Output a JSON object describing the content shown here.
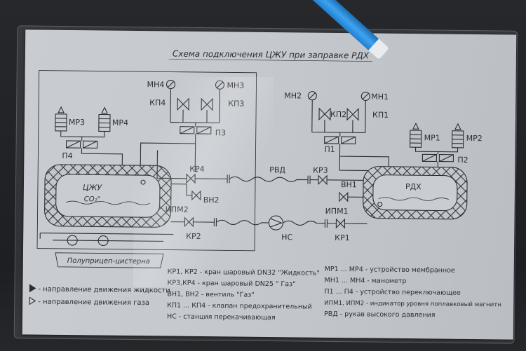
{
  "title": "Схема подключения ЦЖУ при заправке РДХ",
  "tank_left": {
    "line1": "ЦЖУ",
    "line2": "CO₂\""
  },
  "tank_right": "РДХ",
  "trailer_label": "Полуприцеп-цистерна",
  "labels": {
    "mn4": "МН4",
    "mn3": "МН3",
    "mn2": "МН2",
    "mn1": "МН1",
    "kp4": "КП4",
    "kp3": "КП3",
    "kp2": "КП2",
    "kp1": "КП1",
    "mr3": "МР3",
    "mr4": "МР4",
    "mr1": "МР1",
    "mr2": "МР2",
    "p4": "П4",
    "p3": "П3",
    "p1": "П1",
    "p2": "П2",
    "kr4": "КР4",
    "kr3": "КР3",
    "kr2": "КР2",
    "kr1": "КР1",
    "vn2": "ВН2",
    "vn1": "ВН1",
    "rvd": "РВД",
    "ipm2": "ИПМ2",
    "ipm1": "ИПМ1",
    "ns": "НС"
  },
  "legend_flow": [
    "- направление движения жидкости",
    "- направление движения газа"
  ],
  "legend_items_left": [
    "КР1, КР2 - кран шаровый DN32 \"Жидкость\"",
    "КР3,КР4 - кран шаровый DN25 \" Газ\"",
    "ВН1, ВН2 - вентиль \"Газ\"",
    "КП1 ... КП4 - клапан предохранительный",
    "НС - станция перекачивающая"
  ],
  "legend_items_right": [
    "МР1 ... МР4 - устройство мембранное",
    "МН1 ... МН4 - манометр",
    "П1 ... П4 - устройство переключающее",
    "ИПМ1, ИПМ2 - индикатор уровня поплавковый магнитн",
    "РВД - рукав высокого давления"
  ],
  "colors": {
    "sheet": "#c7cbd0",
    "ink": "#2b2d31",
    "pen": "#2f8fe0"
  }
}
